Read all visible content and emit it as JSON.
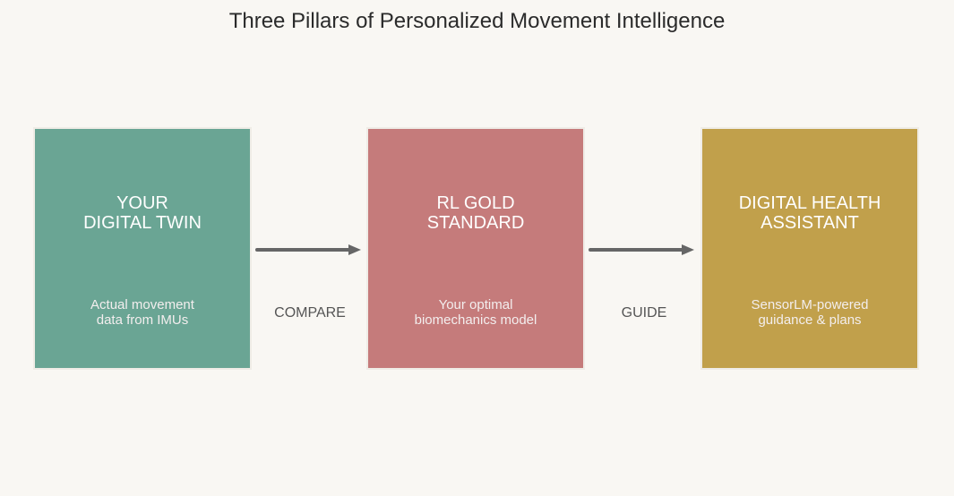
{
  "title": "Three Pillars of Personalized Movement Intelligence",
  "colors": {
    "background": "#f9f7f3",
    "pillar1": "#6aa594",
    "pillar2": "#c57b7b",
    "pillar3": "#c1a04b",
    "arrow": "#666666"
  },
  "pillars": [
    {
      "heading": "YOUR\nDIGITAL TWIN",
      "description": "Actual movement\ndata from IMUs"
    },
    {
      "heading": "RL GOLD\nSTANDARD",
      "description": "Your optimal\nbiomechanics model"
    },
    {
      "heading": "DIGITAL HEALTH\nASSISTANT",
      "description": "SensorLM-powered\nguidance & plans"
    }
  ],
  "connectors": [
    {
      "label": "COMPARE",
      "icon": "arrow-right-icon"
    },
    {
      "label": "GUIDE",
      "icon": "arrow-right-icon"
    }
  ]
}
